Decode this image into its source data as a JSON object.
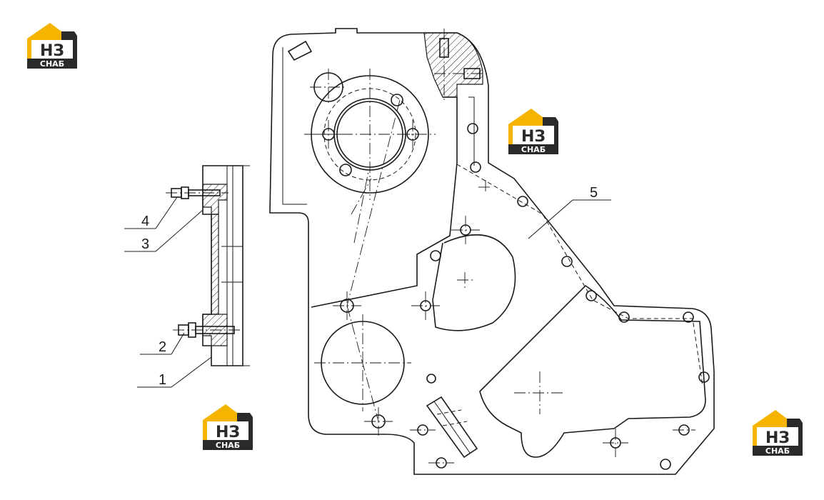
{
  "callouts": [
    {
      "id": "1",
      "label": "1"
    },
    {
      "id": "2",
      "label": "2"
    },
    {
      "id": "3",
      "label": "3"
    },
    {
      "id": "4",
      "label": "4"
    },
    {
      "id": "5",
      "label": "5"
    }
  ],
  "logo": {
    "mark": "НЗ",
    "caption": "СНАБ",
    "colors": {
      "roof": "#f4b400",
      "dark": "#2a2a2a",
      "text_light": "#ffffff"
    }
  },
  "colors": {
    "line": "#1a1a1a",
    "background": "#ffffff"
  }
}
